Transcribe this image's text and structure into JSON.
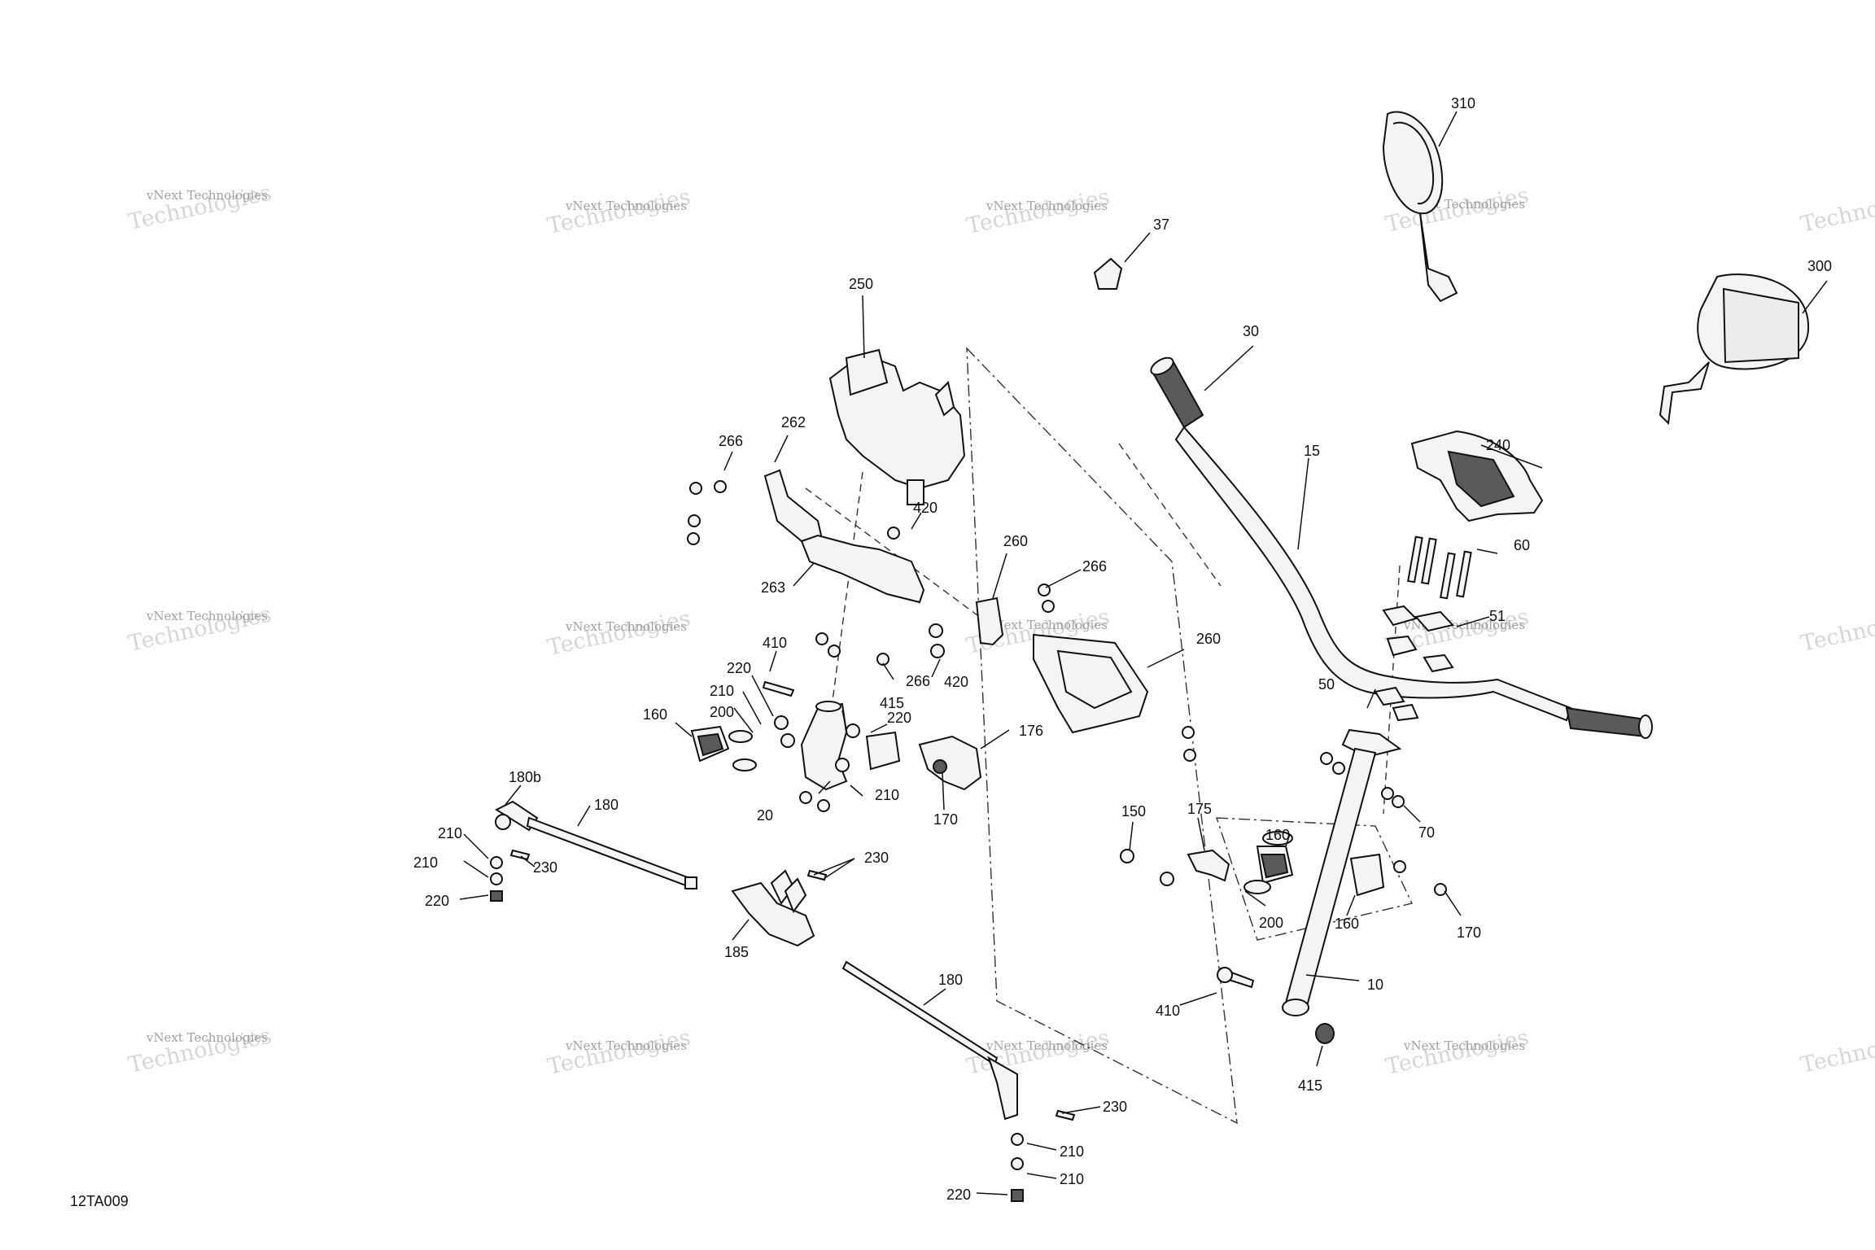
{
  "diagram": {
    "figure_code": "12TA009",
    "watermark": {
      "line1": "vNext Technologies",
      "line2": "Technologies"
    },
    "callouts": [
      {
        "id": "c310",
        "text": "310"
      },
      {
        "id": "c37",
        "text": "37"
      },
      {
        "id": "c300",
        "text": "300"
      },
      {
        "id": "c250",
        "text": "250"
      },
      {
        "id": "c30",
        "text": "30"
      },
      {
        "id": "c266a",
        "text": "266"
      },
      {
        "id": "c262",
        "text": "262"
      },
      {
        "id": "c15",
        "text": "15"
      },
      {
        "id": "c240",
        "text": "240"
      },
      {
        "id": "c420a",
        "text": "420"
      },
      {
        "id": "c260a",
        "text": "260"
      },
      {
        "id": "c266b",
        "text": "266"
      },
      {
        "id": "c263",
        "text": "263"
      },
      {
        "id": "c60",
        "text": "60"
      },
      {
        "id": "c51",
        "text": "51"
      },
      {
        "id": "c260b",
        "text": "260"
      },
      {
        "id": "c410a",
        "text": "410"
      },
      {
        "id": "c266c",
        "text": "266"
      },
      {
        "id": "c420b",
        "text": "420"
      },
      {
        "id": "c220a",
        "text": "220"
      },
      {
        "id": "c210a",
        "text": "210"
      },
      {
        "id": "c415a",
        "text": "415"
      },
      {
        "id": "c50",
        "text": "50"
      },
      {
        "id": "c200a",
        "text": "200"
      },
      {
        "id": "c220b",
        "text": "220"
      },
      {
        "id": "c160a",
        "text": "160"
      },
      {
        "id": "c176",
        "text": "176"
      },
      {
        "id": "c180b",
        "text": "180b"
      },
      {
        "id": "c210b",
        "text": "210"
      },
      {
        "id": "c180a",
        "text": "180"
      },
      {
        "id": "c20",
        "text": "20"
      },
      {
        "id": "c170a",
        "text": "170"
      },
      {
        "id": "c150",
        "text": "150"
      },
      {
        "id": "c175",
        "text": "175"
      },
      {
        "id": "c160b",
        "text": "160"
      },
      {
        "id": "c70",
        "text": "70"
      },
      {
        "id": "c210c",
        "text": "210"
      },
      {
        "id": "c230a",
        "text": "230"
      },
      {
        "id": "c210d",
        "text": "210"
      },
      {
        "id": "c230b",
        "text": "230"
      },
      {
        "id": "c220c",
        "text": "220"
      },
      {
        "id": "c200b",
        "text": "200"
      },
      {
        "id": "c160c",
        "text": "160"
      },
      {
        "id": "c170b",
        "text": "170"
      },
      {
        "id": "c185",
        "text": "185"
      },
      {
        "id": "c180c",
        "text": "180"
      },
      {
        "id": "c10",
        "text": "10"
      },
      {
        "id": "c410b",
        "text": "410"
      },
      {
        "id": "c415b",
        "text": "415"
      },
      {
        "id": "c230c",
        "text": "230"
      },
      {
        "id": "c210e",
        "text": "210"
      },
      {
        "id": "c210f",
        "text": "210"
      },
      {
        "id": "c220d",
        "text": "220"
      }
    ]
  }
}
